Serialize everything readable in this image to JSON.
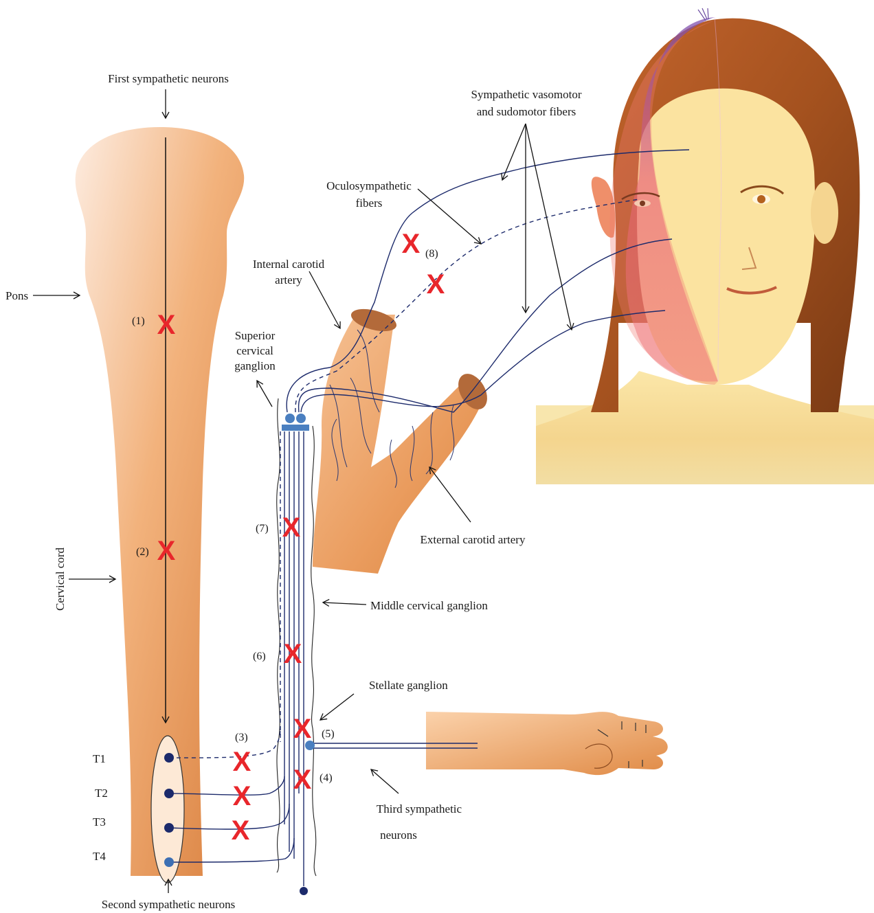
{
  "labels": {
    "first_neurons": "First sympathetic neurons",
    "second_neurons": "Second sympathetic neurons",
    "third_neurons_line1": "Third sympathetic",
    "third_neurons_line2": "neurons",
    "pons": "Pons",
    "cervical_cord": "Cervical cord",
    "superior_ganglion_line1": "Superior",
    "superior_ganglion_line2": "cervical",
    "superior_ganglion_line3": "ganglion",
    "middle_ganglion": "Middle cervical ganglion",
    "stellate_ganglion": "Stellate ganglion",
    "internal_carotid_line1": "Internal carotid",
    "internal_carotid_line2": "artery",
    "external_carotid": "External carotid artery",
    "oculosympathetic_line1": "Oculosympathetic",
    "oculosympathetic_line2": "fibers",
    "vasomotor_line1": "Sympathetic vasomotor",
    "vasomotor_line2": "and sudomotor fibers"
  },
  "segments": [
    "T1",
    "T2",
    "T3",
    "T4"
  ],
  "lesions": [
    "(1)",
    "(2)",
    "(3)",
    "(4)",
    "(5)",
    "(6)",
    "(7)",
    "(8)"
  ],
  "lesion_mark": "X",
  "colors": {
    "lesion": "#e8262b",
    "nerve": "#1c2a6b",
    "ganglion": "#4a7fc0",
    "tissue_light": "#fbe3cc",
    "tissue_dark": "#de8a47",
    "anhidrosis_overlay": "#8a5fb8"
  }
}
